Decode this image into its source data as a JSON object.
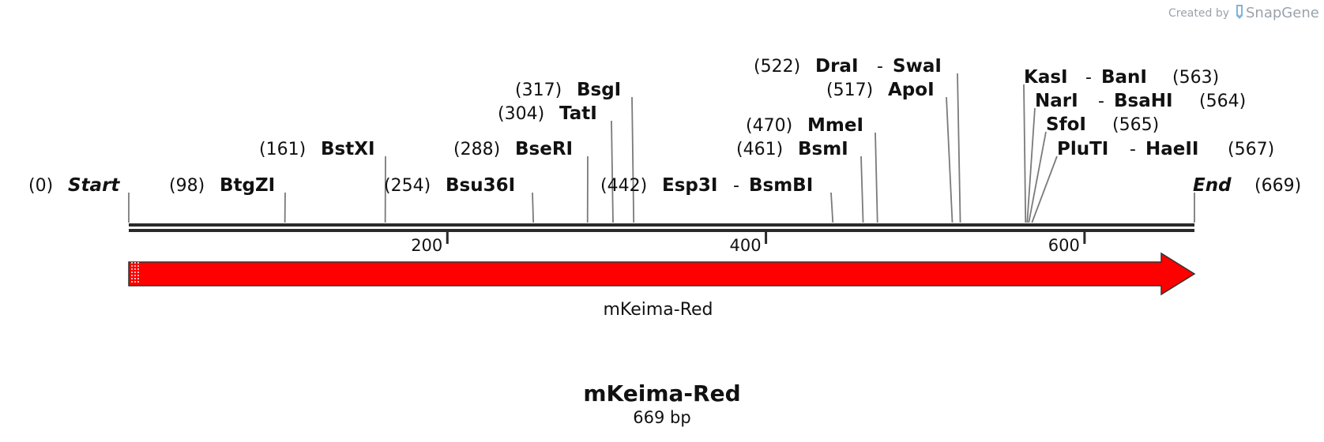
{
  "credit": {
    "prefix": "Created by",
    "brand": "SnapGene",
    "logo_icon": "snapgene-logo-icon",
    "color": "#9aa3ab"
  },
  "sequence": {
    "name": "mKeima-Red",
    "length_label": "669 bp",
    "length": 669
  },
  "backbone": {
    "color": "#2a2a2a"
  },
  "ticks": [
    {
      "pos": 200,
      "label": "200"
    },
    {
      "pos": 400,
      "label": "400"
    },
    {
      "pos": 600,
      "label": "600"
    }
  ],
  "feature": {
    "name": "mKeima-Red",
    "start": 0,
    "end": 669,
    "color": "#ff0000"
  },
  "sites": [
    {
      "id": "start",
      "pos": 0,
      "pos_label": "(0)",
      "names": [
        "Start"
      ],
      "end_marker": true
    },
    {
      "id": "btgzi",
      "pos": 98,
      "pos_label": "(98)",
      "names": [
        "BtgZI"
      ]
    },
    {
      "id": "bstxi",
      "pos": 161,
      "pos_label": "(161)",
      "names": [
        "BstXI"
      ]
    },
    {
      "id": "bsu36i",
      "pos": 254,
      "pos_label": "(254)",
      "names": [
        "Bsu36I"
      ]
    },
    {
      "id": "bseri",
      "pos": 288,
      "pos_label": "(288)",
      "names": [
        "BseRI"
      ]
    },
    {
      "id": "tati",
      "pos": 304,
      "pos_label": "(304)",
      "names": [
        "TatI"
      ]
    },
    {
      "id": "bsgi",
      "pos": 317,
      "pos_label": "(317)",
      "names": [
        "BsgI"
      ]
    },
    {
      "id": "esp3i",
      "pos": 442,
      "pos_label": "(442)",
      "names": [
        "Esp3I",
        "BsmBI"
      ]
    },
    {
      "id": "bsmi",
      "pos": 461,
      "pos_label": "(461)",
      "names": [
        "BsmI"
      ]
    },
    {
      "id": "mmei",
      "pos": 470,
      "pos_label": "(470)",
      "names": [
        "MmeI"
      ]
    },
    {
      "id": "apoi",
      "pos": 517,
      "pos_label": "(517)",
      "names": [
        "ApoI"
      ]
    },
    {
      "id": "drai",
      "pos": 522,
      "pos_label": "(522)",
      "names": [
        "DraI",
        "SwaI"
      ]
    },
    {
      "id": "kasi",
      "pos": 563,
      "pos_label": "(563)",
      "names": [
        "KasI",
        "BanI"
      ]
    },
    {
      "id": "nari",
      "pos": 564,
      "pos_label": "(564)",
      "names": [
        "NarI",
        "BsaHI"
      ]
    },
    {
      "id": "sfoi",
      "pos": 565,
      "pos_label": "(565)",
      "names": [
        "SfoI"
      ]
    },
    {
      "id": "pluti",
      "pos": 567,
      "pos_label": "(567)",
      "names": [
        "PluTI",
        "HaeII"
      ]
    },
    {
      "id": "end",
      "pos": 669,
      "pos_label": "(669)",
      "names": [
        "End"
      ],
      "end_marker": true
    }
  ]
}
